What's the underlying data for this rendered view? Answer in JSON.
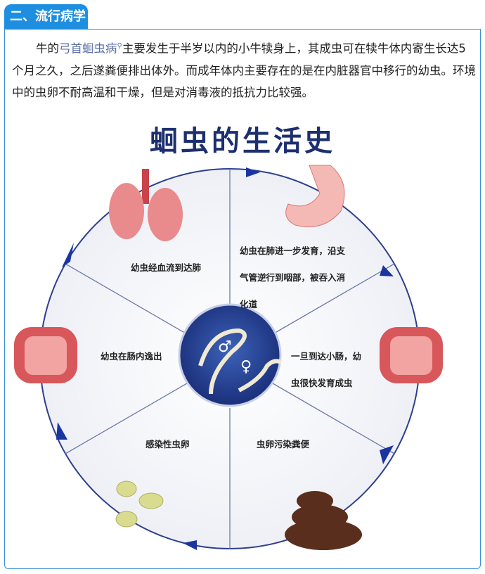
{
  "section_tab": "二、流行病学",
  "paragraph": {
    "before_link": "牛的",
    "link": "弓首蛔虫病",
    "after_link": "主要发生于半岁以内的小牛犊身上，其成虫可在犊牛体内寄生长达5个月之久，之后遂粪便排出体外。而成年体内主要存在的是在内脏器官中移行的幼虫。环境中的虫卵不耐高温和干燥，但是对消毒液的抵抗力比较强。"
  },
  "figure": {
    "title": "蛔虫的生活史",
    "stages": [
      "幼虫经血流到达肺",
      "幼虫在肺进一步发育，沿支气管逆行到咽部，被吞入消化道",
      "一旦到达小肠，幼虫很快发育成虫",
      "虫卵污染粪便",
      "感染性虫卵",
      "幼虫在肠内逸出"
    ],
    "male_symbol": "♂",
    "female_symbol": "♀"
  }
}
